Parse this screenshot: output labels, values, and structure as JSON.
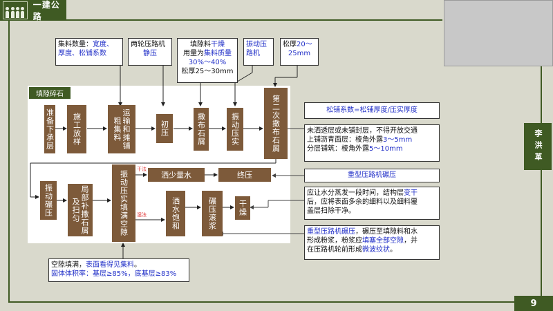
{
  "header": {
    "title": "一建公路"
  },
  "page_number": "9",
  "presenter": "李洪革",
  "panel": {
    "title": "填隙碎石"
  },
  "top_notes": {
    "aggregate": {
      "p1": "集料数量：",
      "b1": "宽度、",
      "b2": "厚度、",
      "p2": "松铺系数"
    },
    "two_wheel": {
      "p1": "两轮压路机",
      "b1": "静压"
    },
    "fill": {
      "p1": "填隙料",
      "b1": "干燥",
      "p2": "用量为",
      "b2": "集料质量",
      "b3": "30%～40%",
      "p3": "松厚25～30mm"
    },
    "vibro": {
      "b1": "振动压",
      "b2": "路机"
    },
    "loose": {
      "p1": "松厚",
      "b1": "20～",
      "b2": "25mm"
    }
  },
  "steps": {
    "s1": "准备下承层",
    "s2": "施工放样",
    "s3": "运输和摊铺粗集料",
    "s4": "初压",
    "s5": "撒布石屑",
    "s6": "振动压实",
    "s7": "第二次撒布石屑",
    "s8": "振动碾压",
    "s9": "局部补撒石屑及扫匀",
    "s10": "振动压实填满空隙",
    "s11": "洒少量水",
    "s12": "终压",
    "s13": "洒水饱和",
    "s14": "碾压滚浆",
    "s15": "干燥"
  },
  "method_labels": {
    "dry": "干法",
    "wet": "湿法"
  },
  "right_notes": {
    "loose_coef": "松铺系数=松铺厚度/压实厚度",
    "seal": {
      "l1": "未洒透层或未铺封层，不得开放交通",
      "l2a": "上铺沥青面层：棱角外露",
      "l2b": "3～5mm",
      "l3a": "分层铺筑：棱角外露",
      "l3b": "5～10mm"
    },
    "heavy": "重型压路机碾压",
    "dry_note": {
      "l1a": "应让水分蒸发一段时间，结构层",
      "l1b": "变干",
      "l2": "后，应将表面多余的细料以及细料覆",
      "l3": "盖层扫除干净。"
    },
    "wet_note": {
      "l1a": "重型压路机碾压",
      "l1b": "，碾压至填隙料和水",
      "l2a": "形成粉浆，粉浆应",
      "l2b": "填塞全部空隙",
      "l2c": "，并",
      "l3a": "在压路机轮前形成",
      "l3b": "微波纹状",
      "l3c": "。"
    }
  },
  "bottom_note": {
    "l1a": "空隙填满，",
    "l1b": "表面看得见集料",
    "l1c": "。",
    "l2": "固体体积率：基层≥85%，底基层≥83%"
  },
  "colors": {
    "frame": "#3f5a23",
    "step": "#7d5a3a",
    "accent_blue": "#2230c8",
    "accent_red": "#e03030"
  }
}
